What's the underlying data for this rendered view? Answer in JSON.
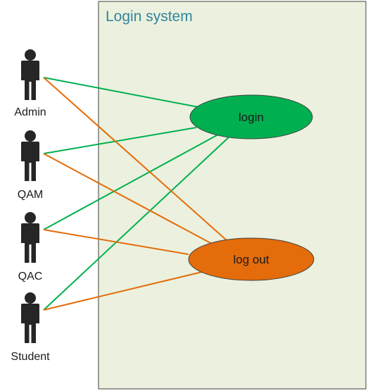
{
  "system": {
    "title": "Login system",
    "fill_color": "#ebf1de",
    "border_color": "#404040",
    "title_color": "#31859c"
  },
  "actors": [
    {
      "id": "admin",
      "label": "Admin"
    },
    {
      "id": "qam",
      "label": "QAM"
    },
    {
      "id": "qac",
      "label": "QAC"
    },
    {
      "id": "student",
      "label": "Student"
    }
  ],
  "use_cases": [
    {
      "id": "login",
      "label": "login",
      "color": "#00b050"
    },
    {
      "id": "logout",
      "label": "log out",
      "color": "#e46c0a"
    }
  ],
  "associations": [
    {
      "actor": "admin",
      "use_case": "login"
    },
    {
      "actor": "qam",
      "use_case": "login"
    },
    {
      "actor": "qac",
      "use_case": "login"
    },
    {
      "actor": "student",
      "use_case": "login"
    },
    {
      "actor": "admin",
      "use_case": "logout"
    },
    {
      "actor": "qam",
      "use_case": "logout"
    },
    {
      "actor": "qac",
      "use_case": "logout"
    },
    {
      "actor": "student",
      "use_case": "logout"
    }
  ],
  "actor_icon": "person-silhouette-icon",
  "actor_color": "#262626"
}
